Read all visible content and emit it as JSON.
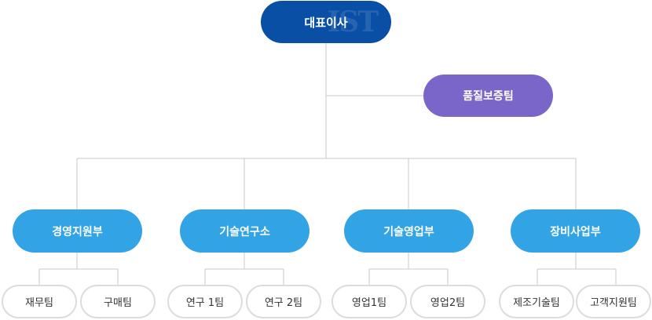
{
  "org_chart": {
    "ceo": {
      "label": "대표이사",
      "logo_text": "IST"
    },
    "qa": {
      "label": "품질보증팀"
    },
    "departments": [
      {
        "label": "경영지원부",
        "teams": [
          "재무팀",
          "구매팀"
        ]
      },
      {
        "label": "기술연구소",
        "teams": [
          "연구 1팀",
          "연구 2팀"
        ]
      },
      {
        "label": "기술영업부",
        "teams": [
          "영업1팀",
          "영업2팀"
        ]
      },
      {
        "label": "장비사업부",
        "teams": [
          "제조기술팀",
          "고객지원팀"
        ]
      }
    ]
  },
  "colors": {
    "ceo": "#0a4fa6",
    "qa": "#7a66c9",
    "department": "#32a4e5",
    "team_border": "#dcdcdc",
    "connector": "#c8c8c8"
  }
}
